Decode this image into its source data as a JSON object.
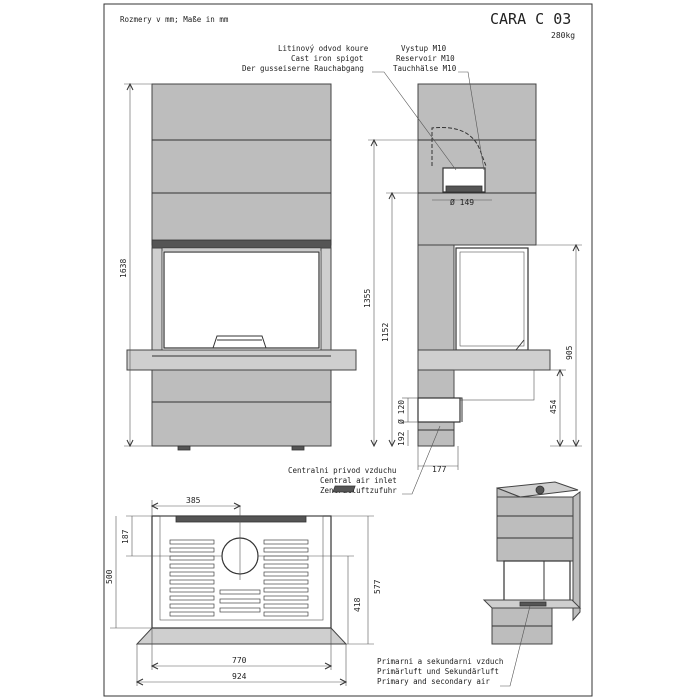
{
  "header": {
    "units_note": "Rozmery v mm; Maße in mm",
    "title": "CARA C 03",
    "weight": "280kg"
  },
  "labels": {
    "spigot": [
      "Litinový odvod koure",
      "Cast iron spigot",
      "Der gusseiserne Rauchabgang"
    ],
    "outlet": [
      "Vystup M10",
      "Reservoir M10",
      "Tauchhälse M10"
    ],
    "central_air": [
      "Centralni privod vzduchu",
      "Central air inlet",
      "Zentralluftzufuhr"
    ],
    "primary_air": [
      "Primarni a sekundarni vzduch",
      "Primärluft und Sekundärluft",
      "Primary and secondary air"
    ]
  },
  "dimensions": {
    "total_height": "1638",
    "d149": "Ø 149",
    "h1355": "1355",
    "h1152": "1152",
    "h905": "905",
    "h454": "454",
    "d120": "Ø 120",
    "h192": "192",
    "w177": "177",
    "w385": "385",
    "d187": "187",
    "d500": "500",
    "d418": "418",
    "d577": "577",
    "w770": "770",
    "w924": "924"
  }
}
